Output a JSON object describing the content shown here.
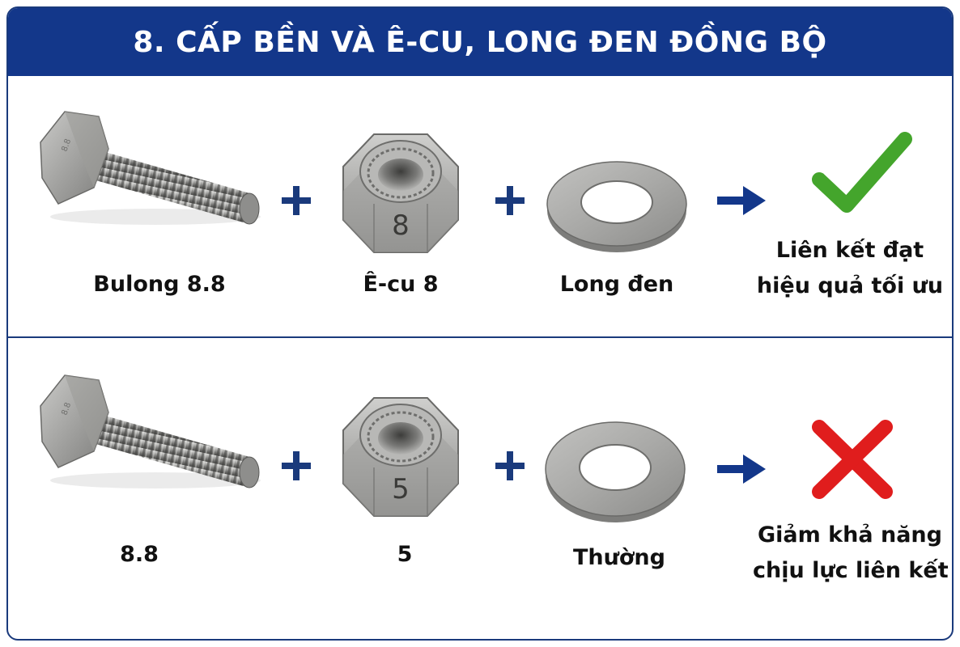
{
  "header": {
    "title": "8. CẤP BỀN VÀ Ê-CU, LONG ĐEN ĐỒNG BỘ"
  },
  "colors": {
    "header_bg": "#13378a",
    "operator": "#1a3a7c",
    "check": "#44a52c",
    "cross": "#e01d1d",
    "metal": "#9a9a98"
  },
  "rows": [
    {
      "bolt_label": "Bulong 8.8",
      "nut_label": "Ê-cu 8",
      "nut_mark": "8",
      "washer_label": "Long đen",
      "result_icon": "check-icon",
      "result_line1": "Liên kết đạt",
      "result_line2": "hiệu quả tối ưu"
    },
    {
      "bolt_label": "8.8",
      "nut_label": "5",
      "nut_mark": "5",
      "washer_label": "Thường",
      "result_icon": "cross-icon",
      "result_line1": "Giảm khả năng",
      "result_line2": "chịu lực liên kết"
    }
  ]
}
